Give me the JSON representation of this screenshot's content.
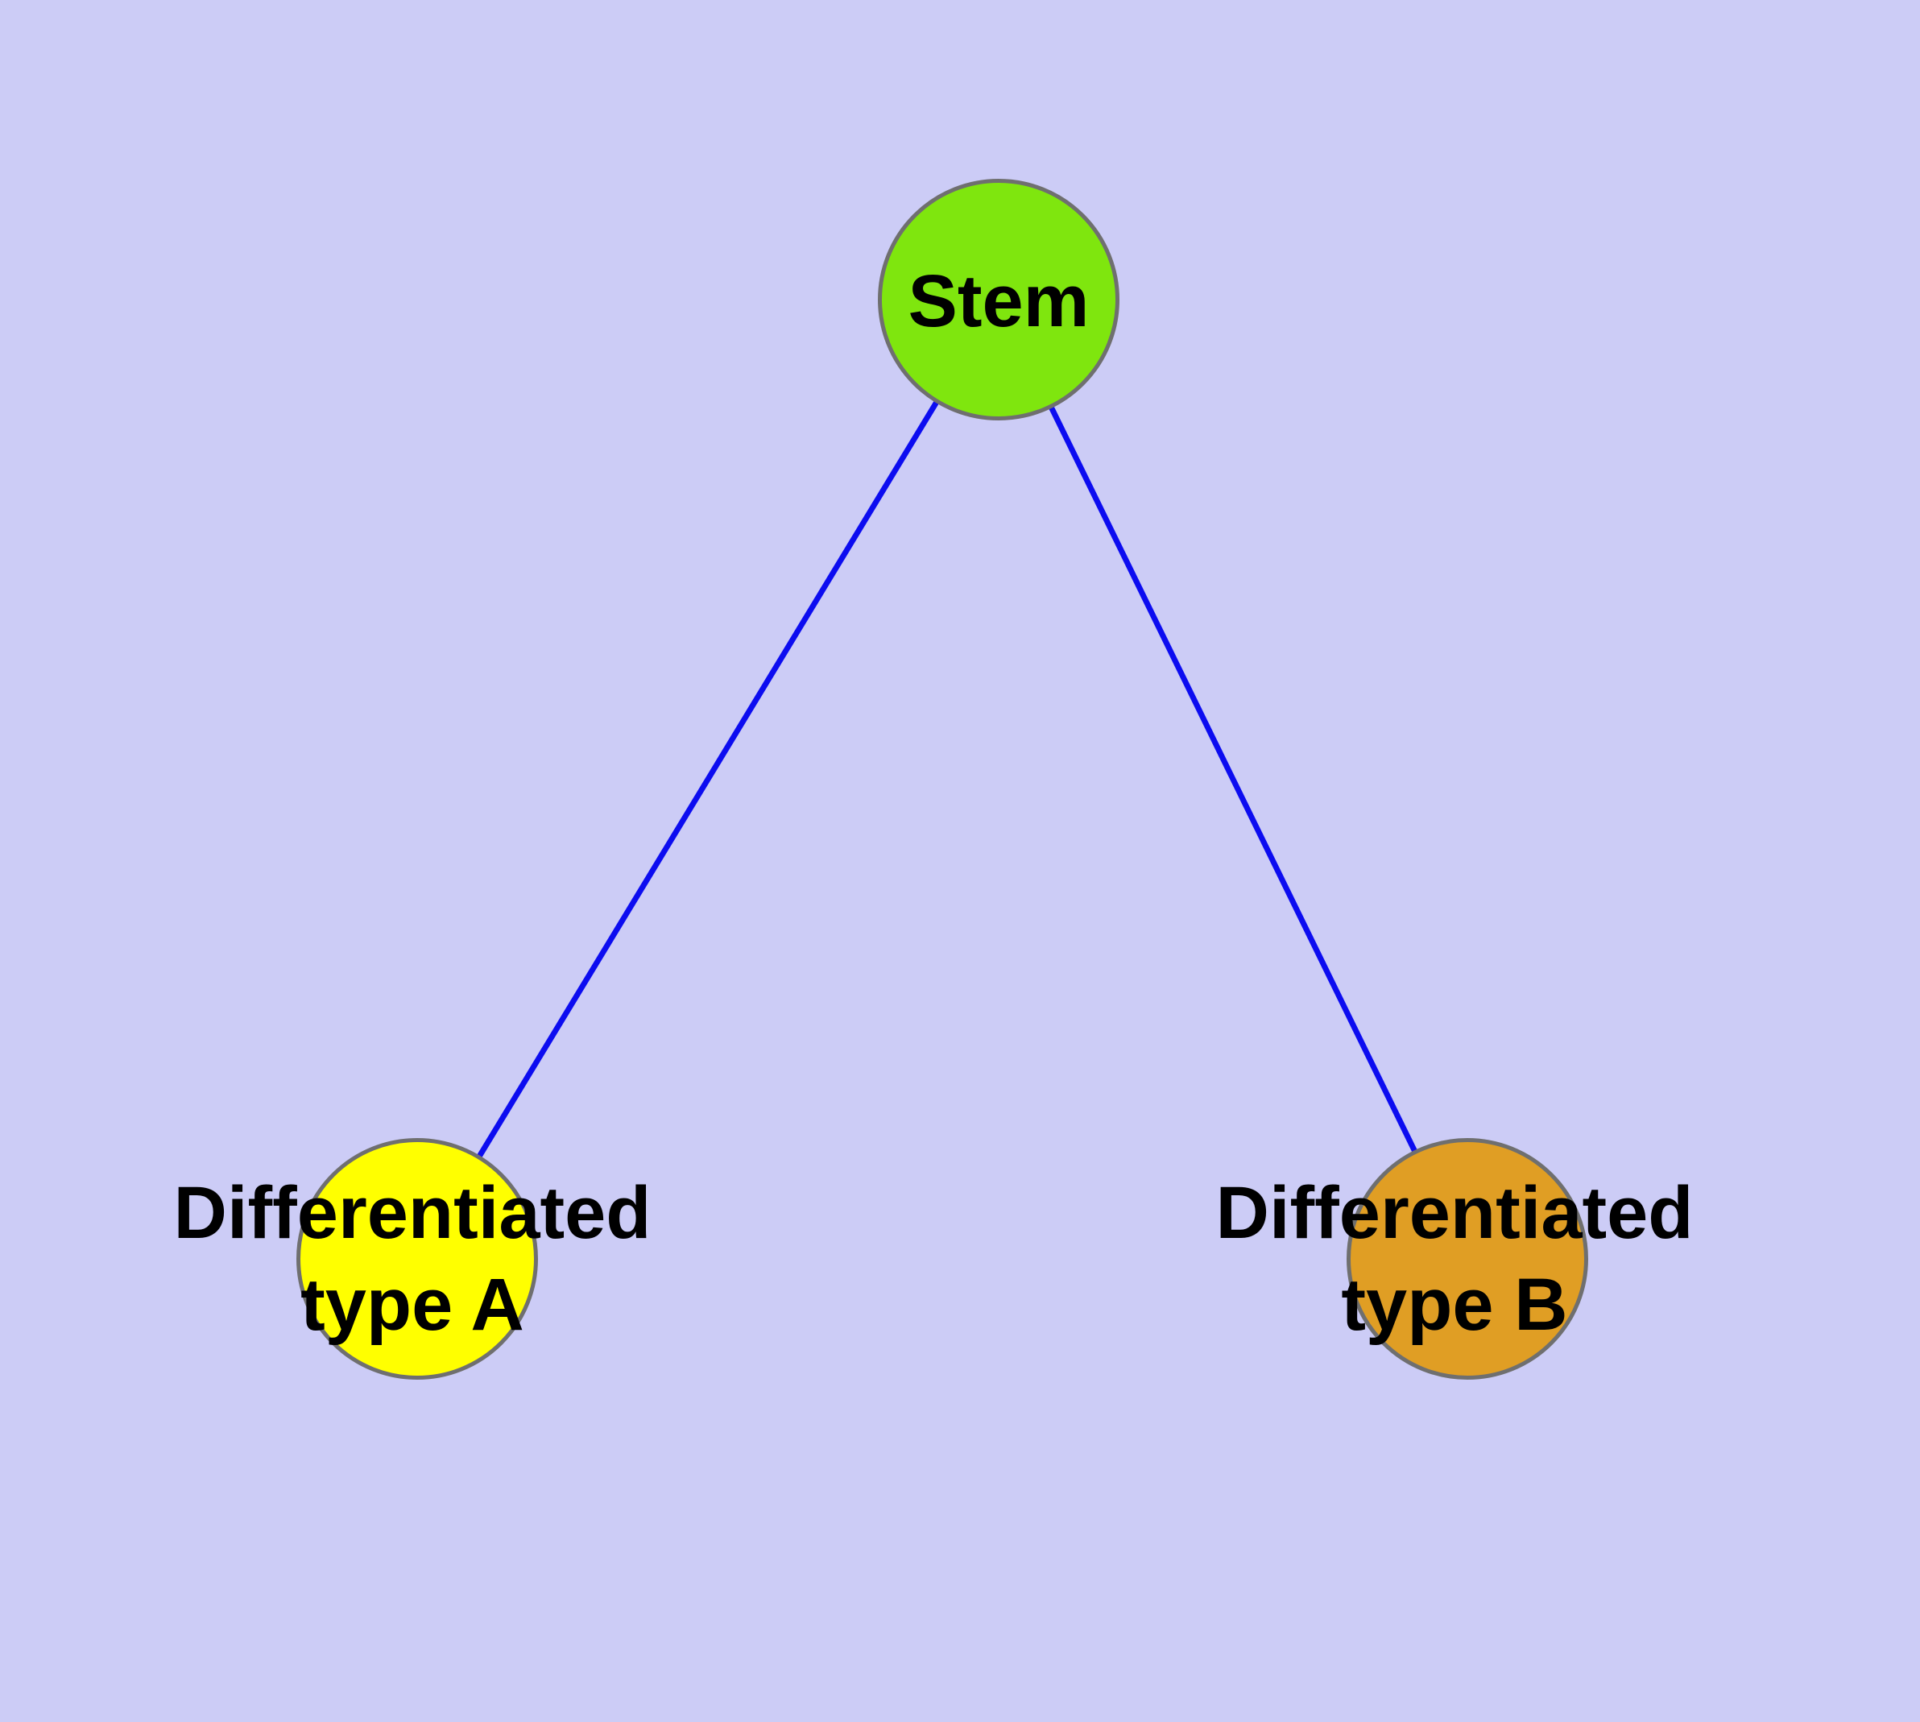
{
  "diagram": {
    "type": "graph",
    "nodes": [
      {
        "id": "stem",
        "label": "Stem",
        "shape": "circle",
        "fill_key": "stem_fill"
      },
      {
        "id": "type-a",
        "label": "Differentiated\ntype A",
        "shape": "circle",
        "fill_key": "type_a_fill"
      },
      {
        "id": "type-b",
        "label": "Differentiated\ntype B",
        "shape": "circle",
        "fill_key": "type_b_fill"
      }
    ],
    "edges": [
      {
        "from": "Stem",
        "to": "Differentiated type A"
      },
      {
        "from": "Stem",
        "to": "Differentiated type B"
      }
    ]
  },
  "colors": {
    "background": "#ccccf6",
    "edge": "#0c0cf0",
    "node_border": "#6f6f6f",
    "stem_fill": "#7fe60e",
    "type_a_fill": "#ffff00",
    "type_b_fill": "#e09e24",
    "label_text": "#000000"
  }
}
